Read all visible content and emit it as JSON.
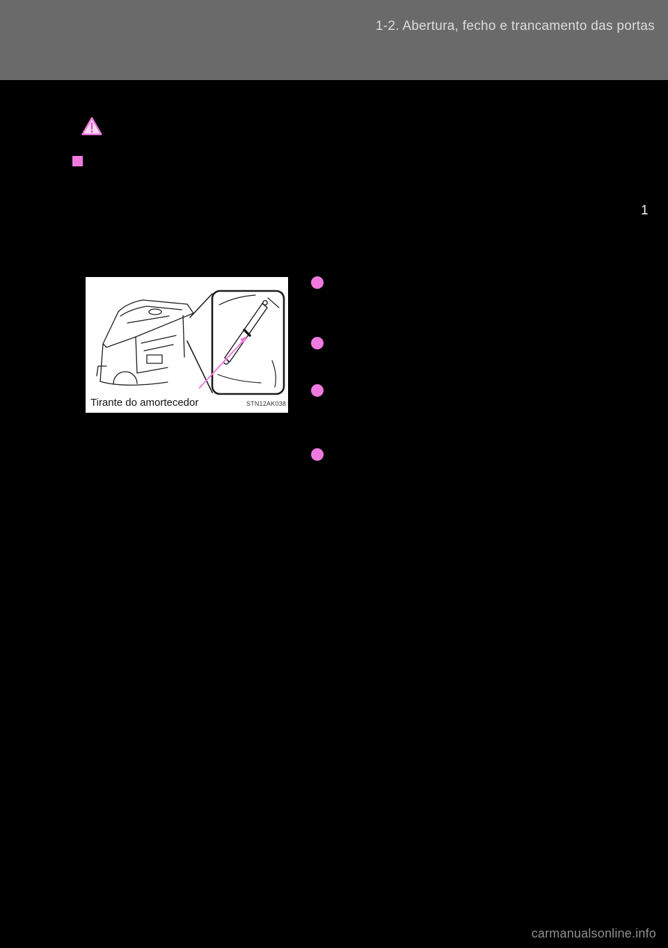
{
  "header": {
    "title": "1-2. Abertura, fecho e trancamento das portas"
  },
  "page": {
    "section_number": "1",
    "watermark": "carmanualsonline.info"
  },
  "figure": {
    "caption": "Tirante do amortecedor",
    "code": "STN12AK038"
  },
  "icons": {
    "warning": "warning-triangle-icon",
    "section_marker": "square-bullet-icon",
    "list_markers": [
      "circle-bullet-icon",
      "circle-bullet-icon",
      "circle-bullet-icon",
      "circle-bullet-icon"
    ]
  },
  "colors": {
    "accent_pink": "#ee7ae0",
    "header_bg": "#6a6a6a",
    "body_bg": "#000000",
    "header_text": "#dcdcdc",
    "watermark_text": "#8f8f8f"
  }
}
